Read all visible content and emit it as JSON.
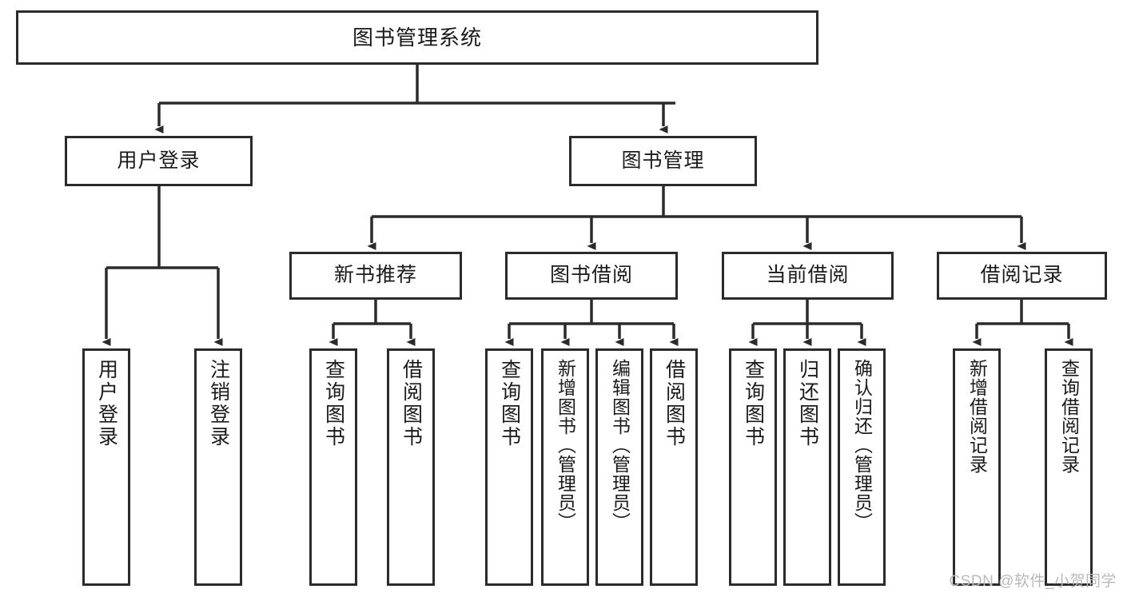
{
  "diagram": {
    "title": "图书管理系统",
    "type": "tree-hierarchy-chart",
    "colors": {
      "box_border": "#2b2b2b",
      "box_fill": "#ffffff",
      "connector": "#2b2b2b",
      "text": "#1a1a1a",
      "watermark": "#b9b9b9"
    },
    "root": {
      "label": "图书管理系统"
    },
    "level2": [
      {
        "label": "用户登录"
      },
      {
        "label": "图书管理"
      }
    ],
    "level3": [
      {
        "label": "新书推荐"
      },
      {
        "label": "图书借阅"
      },
      {
        "label": "当前借阅"
      },
      {
        "label": "借阅记录"
      }
    ],
    "leaves": {
      "user_login": [
        {
          "label": "用户登录"
        },
        {
          "label": "注销登录"
        }
      ],
      "new_book_recommend": [
        {
          "label": "查询图书"
        },
        {
          "label": "借阅图书"
        }
      ],
      "book_borrow": [
        {
          "label": "查询图书"
        },
        {
          "label": "新增图书（管理员）"
        },
        {
          "label": "编辑图书（管理员）"
        },
        {
          "label": "借阅图书"
        }
      ],
      "current_borrow": [
        {
          "label": "查询图书"
        },
        {
          "label": "归还图书"
        },
        {
          "label": "确认归还（管理员）"
        }
      ],
      "borrow_record": [
        {
          "label": "新增借阅记录"
        },
        {
          "label": "查询借阅记录"
        }
      ]
    }
  },
  "watermark": {
    "text": "CSDN @软件_小贺同学"
  }
}
